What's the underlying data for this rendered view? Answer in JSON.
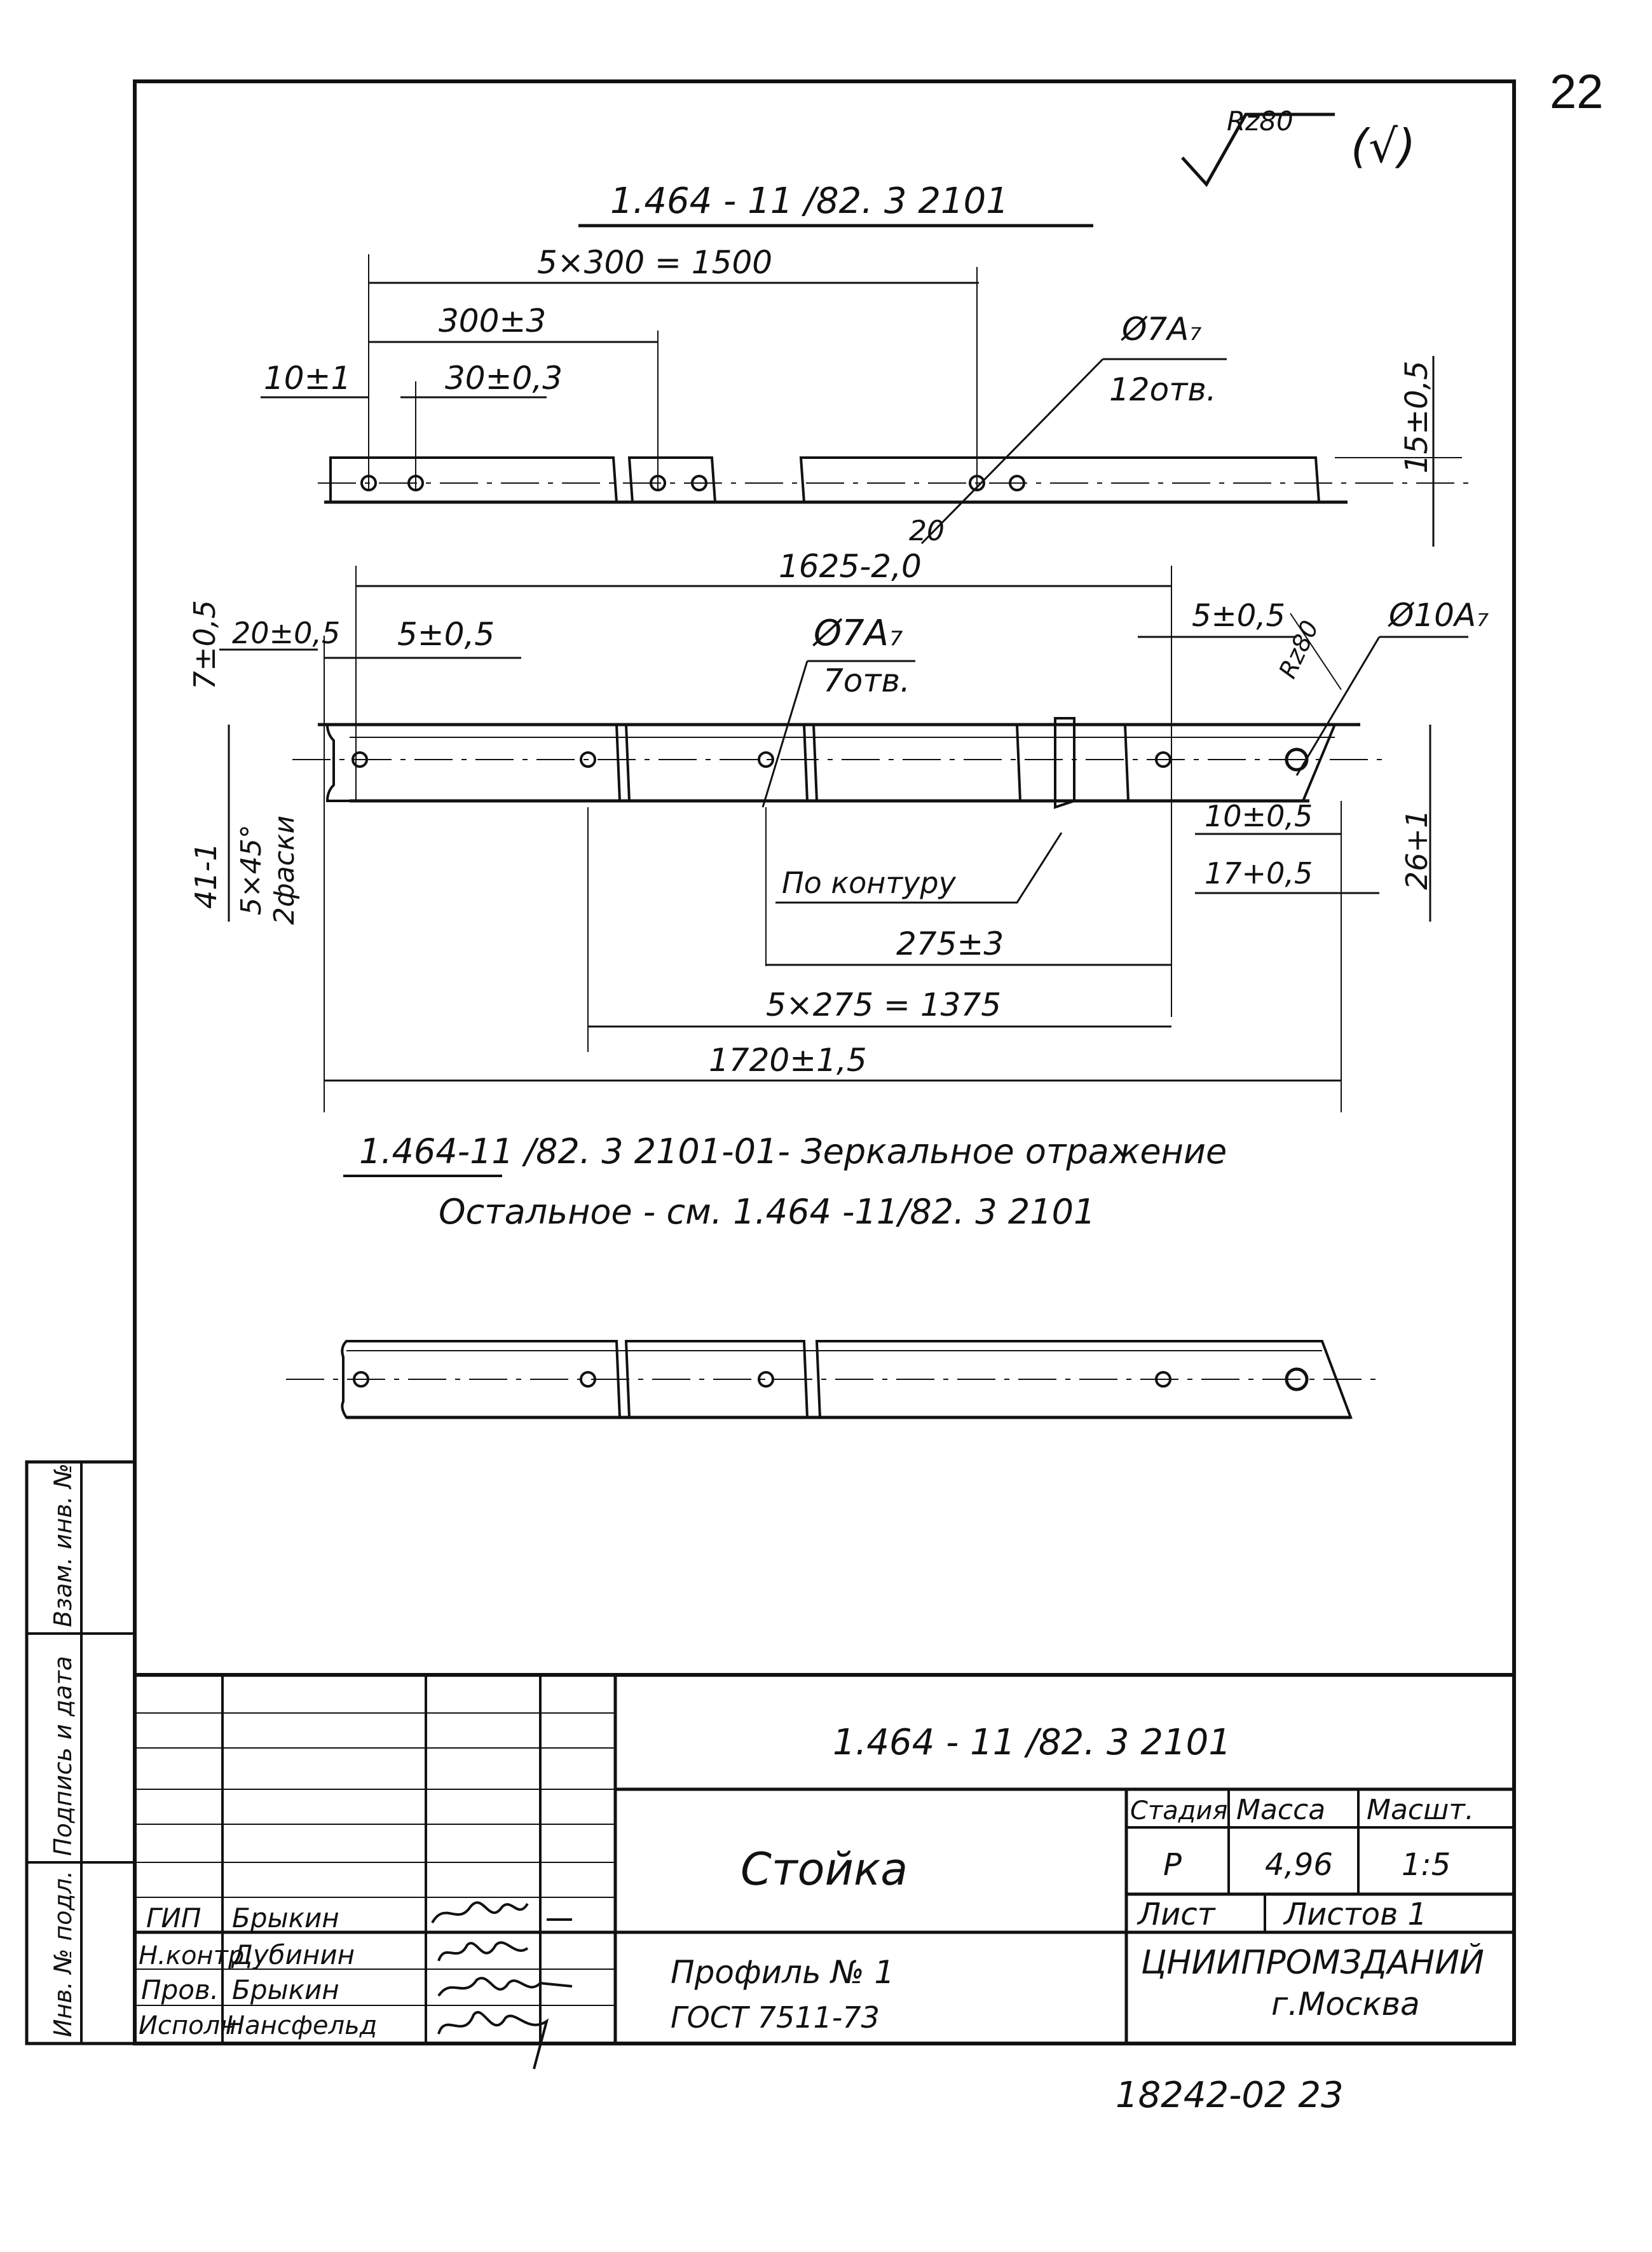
{
  "page_number": "22",
  "roughness": {
    "symbol_value": "Rz80",
    "note": "(√)"
  },
  "top_view": {
    "title": "1.464 - 11 /82. 3  2101",
    "dims": {
      "pitch_total": "5×300 = 1500",
      "pitch": "300±3",
      "end": "10±1",
      "offset": "30±0,3",
      "hole": "Ø7A₇",
      "hole_count": "12отв.",
      "height": "15±0,5",
      "angle": "20"
    }
  },
  "main_view": {
    "dims": {
      "length_between": "1625-2,0",
      "top_offset": "7±0,5",
      "left_offset": "20±0,5",
      "left_hole": "5±0,5",
      "hole": "Ø7A₇",
      "hole_count": "7отв.",
      "right_hole_offset": "5±0,5",
      "big_hole": "Ø10A₇",
      "rz_local": "Rz80",
      "width": "41-1",
      "chamfer": "5×45°",
      "chamfer_note": "2фаски",
      "contour_note": "По контуру",
      "right_a": "10±0,5",
      "right_b": "17+0,5",
      "right_height": "26+1",
      "pitch": "275±3",
      "pitch_total": "5×275 = 1375",
      "overall": "1720±1,5"
    }
  },
  "mirror_note": {
    "line1": "1.464-11 /82. 3 2101-01- Зеркальное отражение",
    "line2": "Остальное - см.    1.464 -11/82. 3  2101"
  },
  "side_stamp": [
    "Инв. № подл.",
    "Подпись и дата",
    "Взам. инв. №"
  ],
  "title_block": {
    "doc_code": "1.464 - 11 /82. 3  2101",
    "name": "Стойка",
    "headers": {
      "stage": "Стадия",
      "mass": "Масса",
      "scale": "Масшт."
    },
    "stage": "Р",
    "mass": "4,96",
    "scale": "1:5",
    "sheet_label": "Лист",
    "sheets_label": "Листов 1",
    "material_line1": "Профиль № 1",
    "material_line2": "ГОСТ 7511-73",
    "organization_line1": "ЦНИИПРОМЗДАНИЙ",
    "organization_line2": "г.Москва",
    "signatures": [
      {
        "role": "ГИП",
        "name": "Брыкин"
      },
      {
        "role": "Н.контр.",
        "name": "Дубинин"
      },
      {
        "role": "Пров.",
        "name": "Брыкин"
      },
      {
        "role": "Исполн.",
        "name": "Нансфельд"
      }
    ]
  },
  "bottom_number": "18242-02   23"
}
